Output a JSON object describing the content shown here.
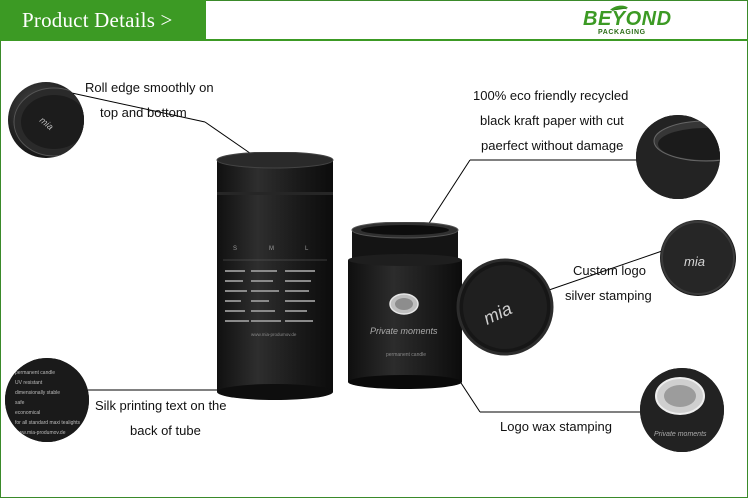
{
  "header": {
    "title": "Product Details >",
    "brand_name": "BEYOND",
    "brand_sub": "PACKAGING"
  },
  "captions": {
    "roll_edge_line1": "Roll edge smoothly on",
    "roll_edge_line2": "top and bottom",
    "eco_line1": "100% eco friendly recycled",
    "eco_line2": "black kraft paper with cut",
    "eco_line3": "paerfect without damage",
    "custom_logo_line1": "Custom logo",
    "custom_logo_line2": "silver stamping",
    "silk_line1": "Silk printing text on the",
    "silk_line2": "back of tube",
    "wax_line1": "Logo wax stamping"
  },
  "tube_print": {
    "logo_script": "mia",
    "tagline": "Private moments",
    "sublabel": "permanent candle",
    "website": "www.mia-produmov.de",
    "size_labels": [
      "S",
      "M",
      "L"
    ],
    "back_text": [
      "permanent candle",
      "UV resistant",
      "dimensionally stable",
      "safe",
      "economical",
      "for all standard maxi tealights"
    ]
  },
  "colors": {
    "brand_green": "#3c9a24",
    "tube_black": "#1a1a1a"
  }
}
